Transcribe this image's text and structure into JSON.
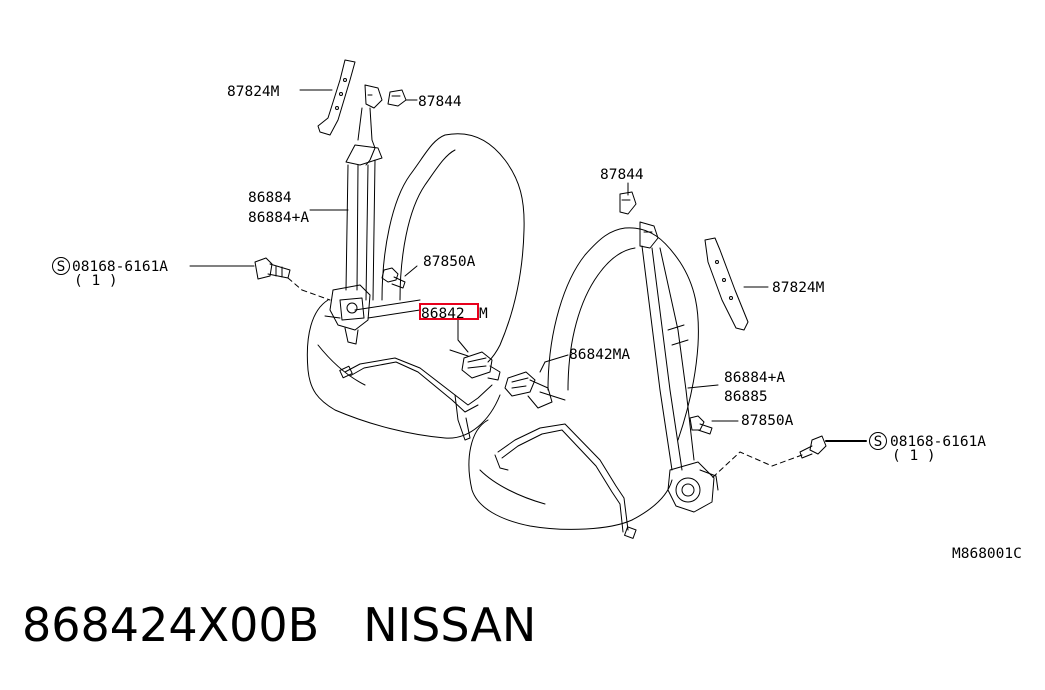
{
  "diagram": {
    "labels": {
      "left_retractor_bracket": "87824M",
      "left_cover": "87844",
      "left_belt_a": "86884",
      "left_belt_b": "86884+A",
      "left_bolt_small": "87850A",
      "left_bolt_main": "08168-6161A",
      "left_bolt_qty": "( 1 )",
      "left_buckle_highlight": "86842",
      "left_buckle_suffix": "M",
      "right_buckle": "86842MA",
      "right_cover": "87844",
      "right_retractor_bracket": "87824M",
      "right_belt_a": "86884+A",
      "right_belt_b": "86885",
      "right_bolt_small": "87850A",
      "right_bolt_main": "08168-6161A",
      "right_bolt_qty": "( 1 )",
      "diagram_code": "M868001C"
    },
    "screw_symbol": "S",
    "highlight_color": "#e8001c"
  },
  "footer": {
    "part_number": "868424X00B",
    "brand": "NISSAN"
  }
}
